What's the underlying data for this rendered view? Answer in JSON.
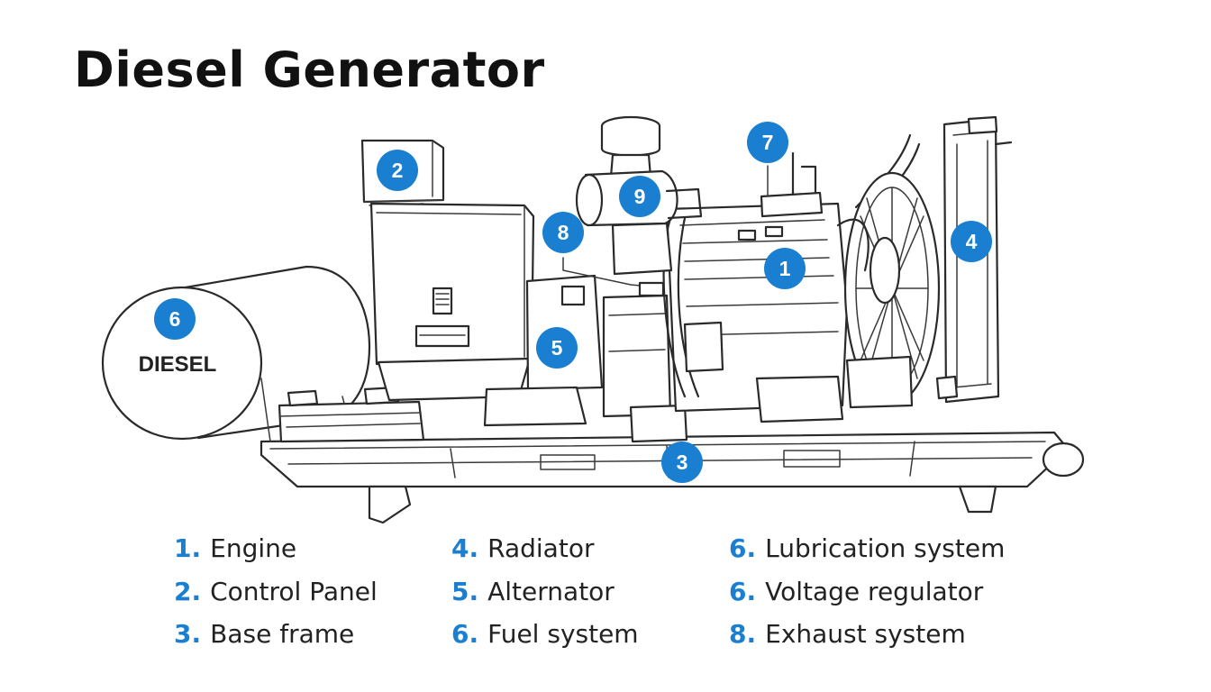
{
  "title": "Diesel Generator",
  "tank_label": "DIESEL",
  "accent_color": "#1a7fd0",
  "badges": [
    "1",
    "2",
    "3",
    "4",
    "5",
    "6",
    "7",
    "8",
    "9"
  ],
  "legend": {
    "columns": [
      [
        {
          "num": "1.",
          "label": "Engine"
        },
        {
          "num": "2.",
          "label": "Control Panel"
        },
        {
          "num": "3.",
          "label": "Base frame"
        }
      ],
      [
        {
          "num": "4.",
          "label": "Radiator"
        },
        {
          "num": "5.",
          "label": "Alternator"
        },
        {
          "num": "6.",
          "label": "Fuel system"
        }
      ],
      [
        {
          "num": "6.",
          "label": "Lubrication system"
        },
        {
          "num": "6.",
          "label": "Voltage regulator"
        },
        {
          "num": "8.",
          "label": "Exhaust system"
        }
      ]
    ]
  }
}
